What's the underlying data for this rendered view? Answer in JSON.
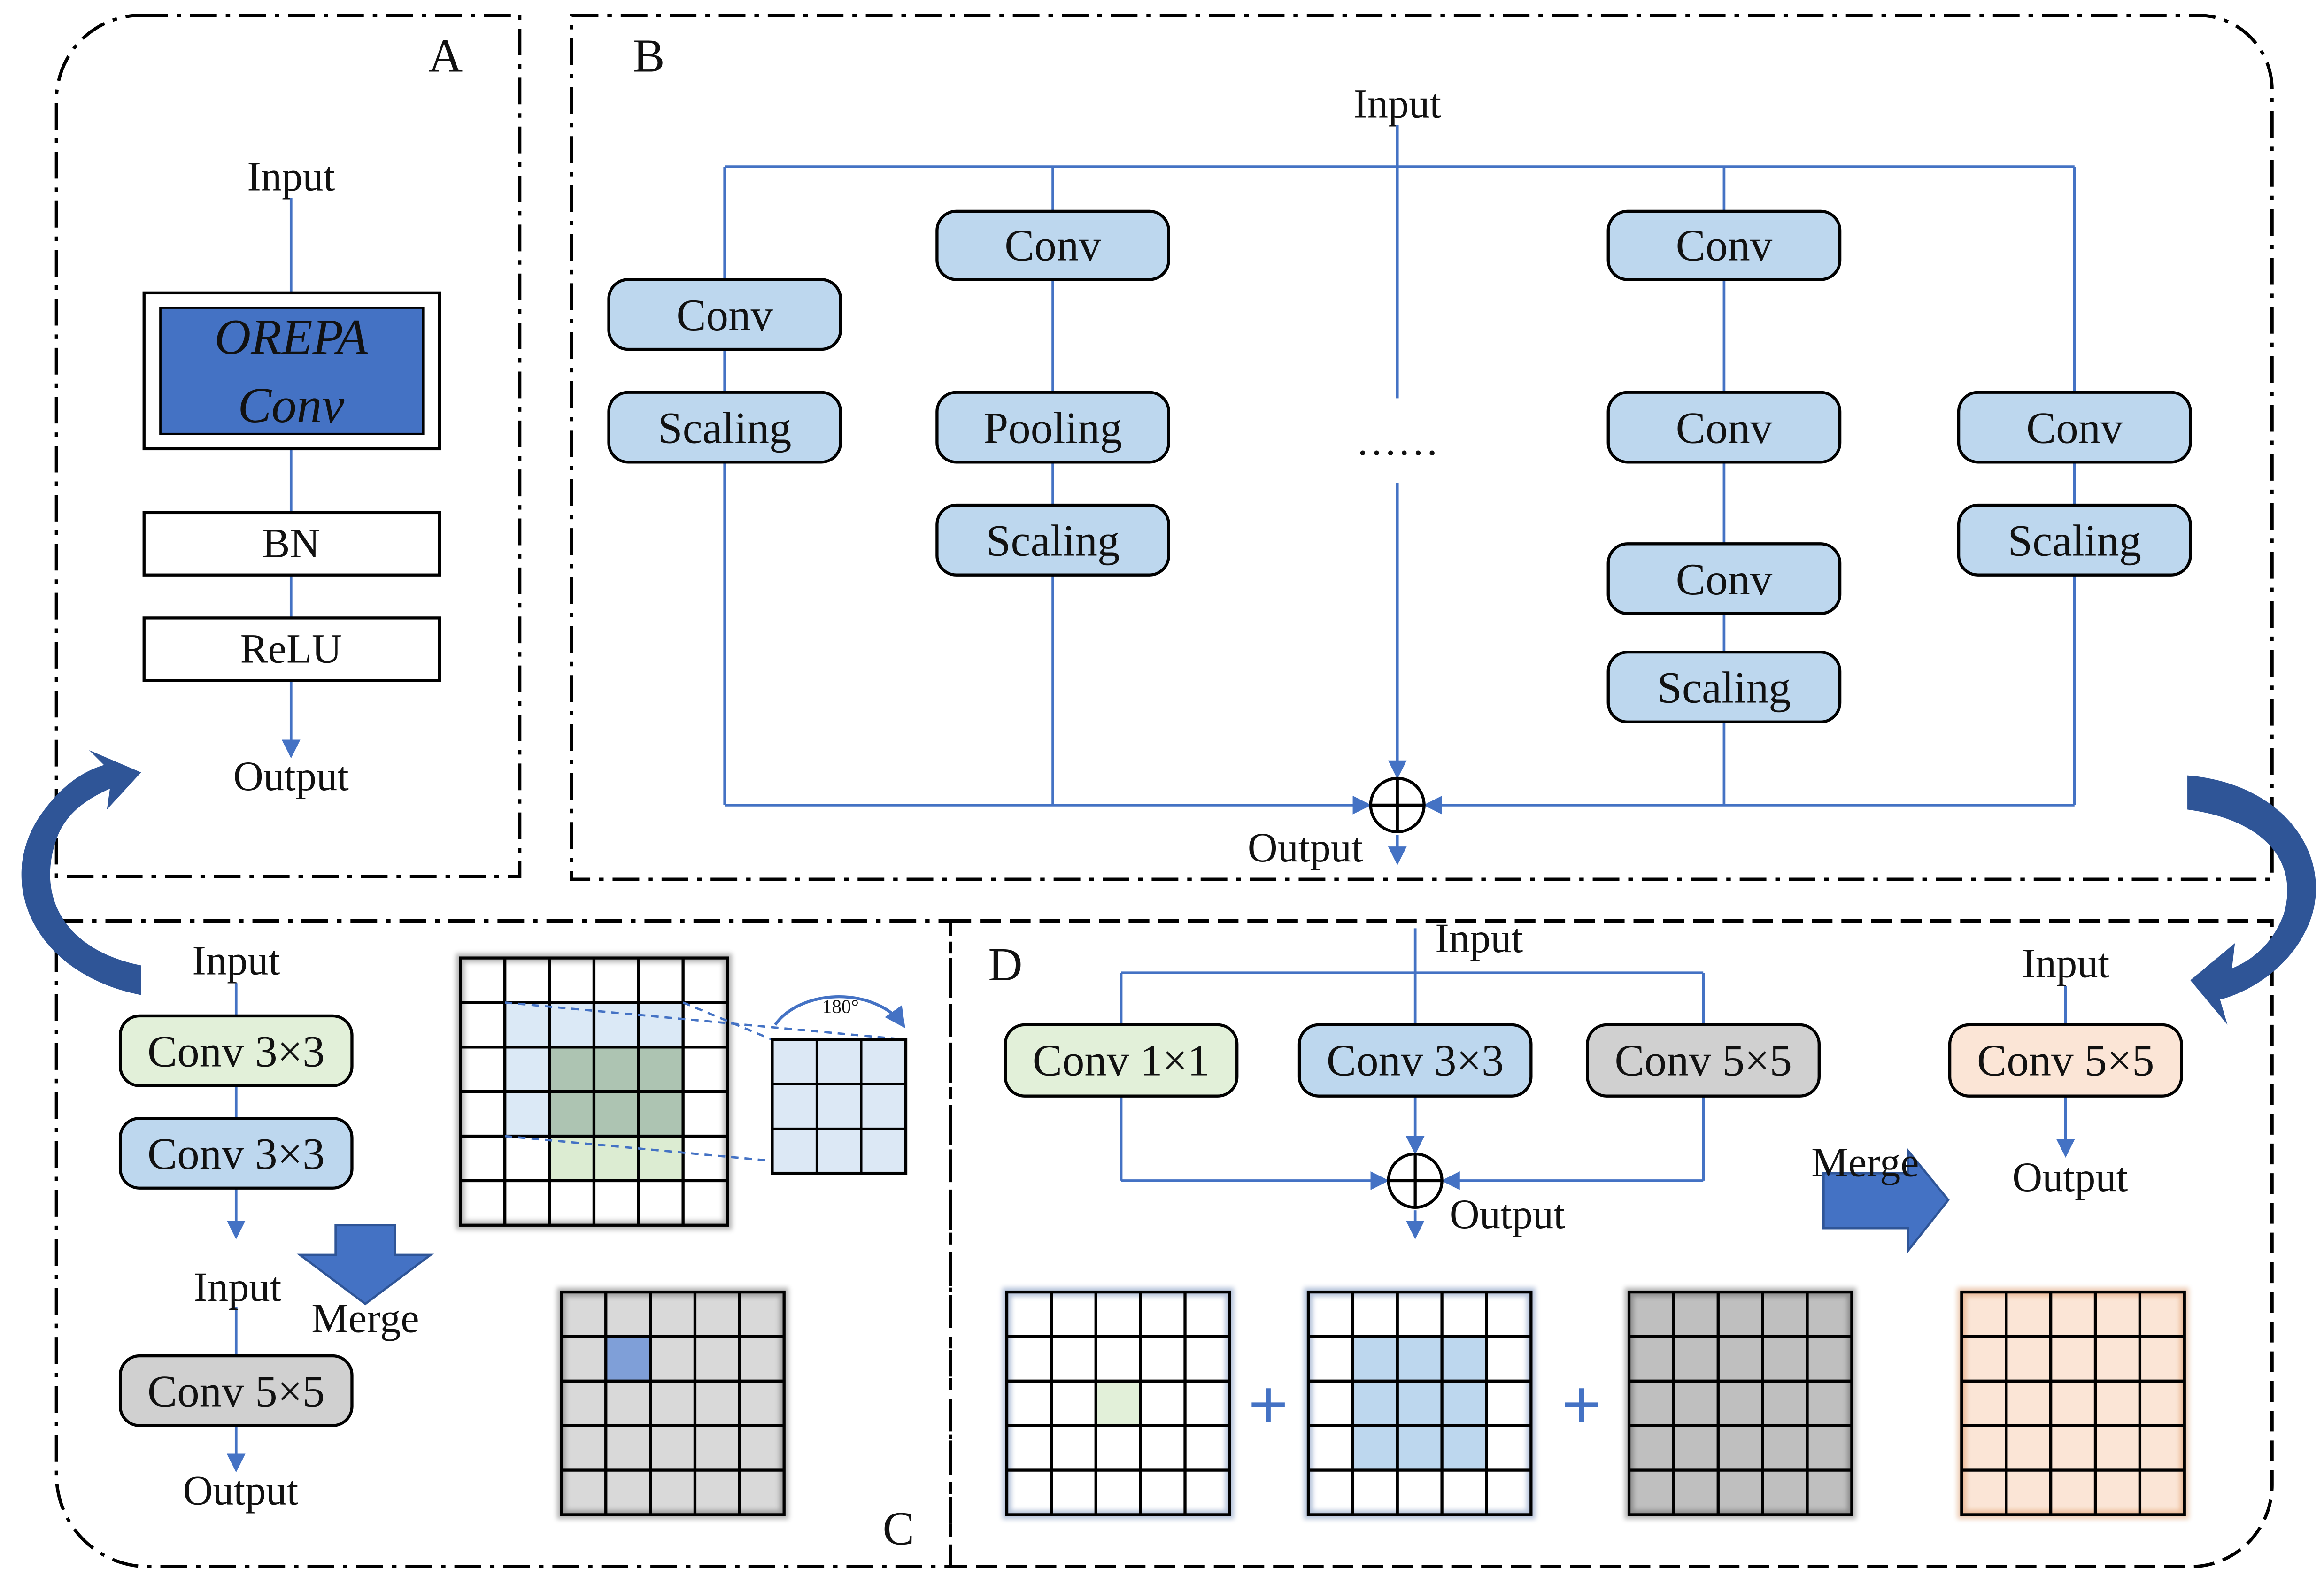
{
  "colors": {
    "line_blue": "#4472C4",
    "box_light_blue": "#BDD7EE",
    "box_dark_blue": "#4472C4",
    "box_light_green": "#E2F0D9",
    "box_gray": "#D0D0D0",
    "box_peach": "#FBE5D6",
    "arrow_blue": "#2F5597",
    "border": "#000000"
  },
  "panel_a": {
    "letter": "A",
    "input": "Input",
    "orepa_line1": "OREPA",
    "orepa_line2": "Conv",
    "bn": "BN",
    "relu": "ReLU",
    "output": "Output"
  },
  "panel_b": {
    "letter": "B",
    "input": "Input",
    "output": "Output",
    "ellipsis": "……",
    "branch1": [
      "Conv",
      "Scaling"
    ],
    "branch2": [
      "Conv",
      "Pooling",
      "Scaling"
    ],
    "branch4": [
      "Conv",
      "Conv",
      "Conv",
      "Scaling"
    ],
    "branch5": [
      "Conv",
      "Scaling"
    ]
  },
  "panel_c": {
    "letter": "C",
    "input_top": "Input",
    "conv_green": "Conv 3×3",
    "conv_blue": "Conv 3×3",
    "input_mid": "Input",
    "merge": "Merge",
    "conv_gray": "Conv 5×5",
    "output": "Output",
    "rotation": "180°"
  },
  "panel_d": {
    "letter": "D",
    "input": "Input",
    "conv1": "Conv 1×1",
    "conv3": "Conv 3×3",
    "conv5": "Conv 5×5",
    "output": "Output",
    "merge": "Merge",
    "input_right": "Input",
    "conv_merged": "Conv 5×5",
    "output_right": "Output",
    "plus": "+"
  }
}
